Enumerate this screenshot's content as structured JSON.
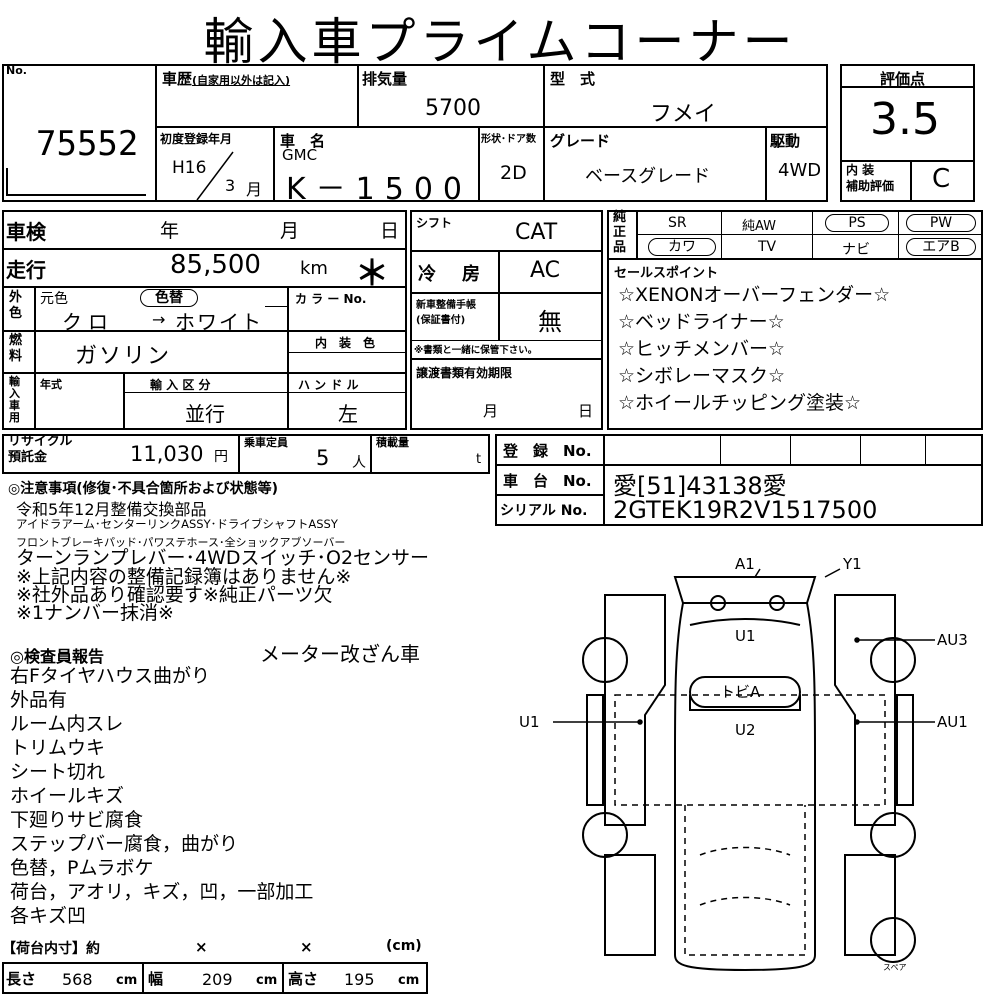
{
  "title": "輸入車プライムコーナー",
  "no": {
    "label": "No.",
    "value": "75552"
  },
  "history": {
    "label": "車歴",
    "sub": "(自家用以外は記入)"
  },
  "displacement": {
    "label": "排気量",
    "value": "5700"
  },
  "model": {
    "label": "型　式",
    "value": "フメイ"
  },
  "rating": {
    "label": "評価点",
    "value": "3.5",
    "interior_label_1": "内 装",
    "interior_label_2": "補助評価",
    "interior_value": "C"
  },
  "first_reg": {
    "label": "初度登録年月",
    "year": "H16",
    "month": "3",
    "month_unit": "月"
  },
  "car_name": {
    "label": "車　名",
    "maker": "GMC",
    "value": "K－1500"
  },
  "doors": {
    "label": "形状･ドア数",
    "value": "2D"
  },
  "grade": {
    "label": "グレード",
    "value": "ベースグレード"
  },
  "drive": {
    "label": "駆動",
    "value": "4WD"
  },
  "inspection": {
    "label": "車検",
    "year": "年",
    "month": "月",
    "day": "日"
  },
  "shift": {
    "label": "シフト",
    "value": "CAT"
  },
  "equipment": {
    "label_1": "純",
    "label_2": "正",
    "label_3": "品",
    "items_row1": [
      "SR",
      "純AW",
      "PS",
      "PW"
    ],
    "items_row2": [
      "カワ",
      "TV",
      "ナビ",
      "エアB"
    ]
  },
  "mileage": {
    "label": "走行",
    "value": "85,500",
    "unit": "km",
    "mark": "＊"
  },
  "ac": {
    "label": "冷　房",
    "value": "AC"
  },
  "sales_points": {
    "label": "セールスポイント",
    "items": [
      "☆XENONオーバーフェンダー☆",
      "☆ベッドライナー☆",
      "☆ヒッチメンバー☆",
      "☆シボレーマスク☆",
      "☆ホイールチッピング塗装☆"
    ]
  },
  "color": {
    "side_1": "外",
    "side_2": "色",
    "orig_label": "元色",
    "repaint": "色替",
    "value_orig": "クロ",
    "arrow": "→",
    "value_new": "ホワイト",
    "color_no_label": "カ ラ ー No."
  },
  "manual": {
    "label_1": "新車整備手帳",
    "label_2": "(保証書付)",
    "value": "無",
    "note": "※書類と一緒に保管下さい。"
  },
  "fuel": {
    "side_1": "燃",
    "side_2": "料",
    "value": "ガソリン",
    "interior_color_label": "内　装　色"
  },
  "import": {
    "side": "輸入車用",
    "year_label": "年式",
    "type_label": "輸 入 区 分",
    "type_value": "並行",
    "handle_label": "ハ ン ド ル",
    "handle_value": "左"
  },
  "transfer": {
    "label": "譲渡書類有効期限",
    "month": "月",
    "day": "日"
  },
  "recycle": {
    "label_1": "リサイクル",
    "label_2": "預託金",
    "value": "11,030",
    "unit": "円"
  },
  "capacity": {
    "label": "乗車定員",
    "value": "5",
    "unit": "人"
  },
  "load": {
    "label": "積載量",
    "unit": "t"
  },
  "registration": {
    "label": "登　録　No."
  },
  "chassis": {
    "label": "車　台　No.",
    "value": "愛[51]43138愛"
  },
  "serial": {
    "label": "シリアル No.",
    "value": "2GTEK19R2V1517500"
  },
  "notes": {
    "header": "◎注意事項(修復･不具合箇所および状態等)",
    "lines": [
      "令和5年12月整備交換部品",
      "アイドラアーム･センターリンクASSY･ドライブシャフトASSY",
      "フロントブレーキパッド･パワステホース･全ショックアブソーバー",
      "ターンランプレバー･4WDスイッチ･O2センサー",
      "※上記内容の整備記録簿はありません※",
      "※社外品あり確認要す※純正パーツ欠",
      "※1ナンバー抹消※"
    ]
  },
  "inspector": {
    "header": "◎検査員報告",
    "meter": "メーター改ざん車",
    "lines": [
      "右Fタイヤハウス曲がり",
      "外品有",
      "ルーム内スレ",
      "トリムウキ",
      "シート切れ",
      "ホイールキズ",
      "下廻りサビ腐食",
      "ステップバー腐食，曲がり",
      "色替，Pムラボケ",
      "荷台，アオリ，キズ，凹，一部加工",
      "各キズ凹"
    ]
  },
  "cargo": {
    "header": "【荷台内寸】約",
    "x1": "×",
    "x2": "×",
    "unit_header": "(cm)",
    "length_label": "長さ",
    "length": "568",
    "width_label": "幅",
    "width": "209",
    "height_label": "高さ",
    "height": "195",
    "unit": "cm"
  },
  "diagram": {
    "labels": {
      "a1": "A1",
      "y1": "Y1",
      "u1_top": "U1",
      "au3": "AU3",
      "tobi": "トビA",
      "u1_left": "U1",
      "u2": "U2",
      "au1": "AU1",
      "spare": "スペア"
    }
  }
}
